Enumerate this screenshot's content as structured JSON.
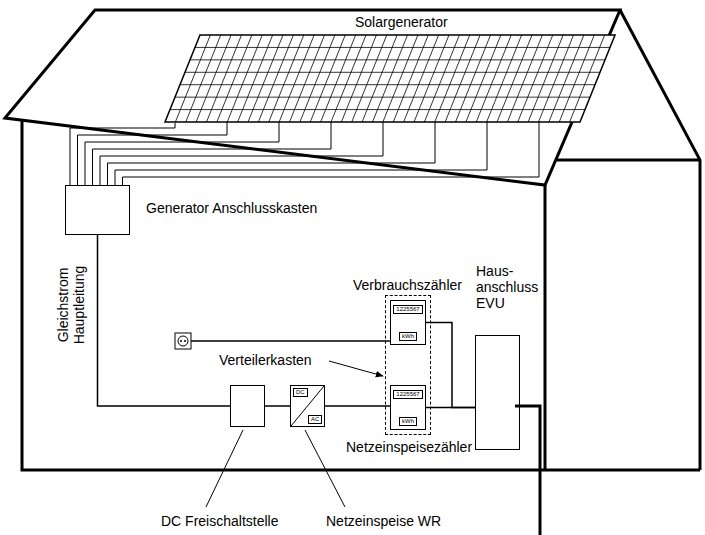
{
  "diagram": {
    "nodes": [
      {
        "text": [
          "Solargenerator"
        ]
      },
      {
        "text": [
          "Generator Anschlusskasten"
        ]
      },
      {
        "text": [
          "DC Freischaltstelle"
        ]
      },
      {
        "text": [
          "DC",
          "AC",
          "Netzeinspeise WR"
        ]
      },
      {
        "text": [
          "Verteilerkasten"
        ]
      },
      {
        "text": [
          "Verbrauchszähler",
          "1225567",
          "kWh"
        ],
        "in": 4
      },
      {
        "text": [
          "1225567",
          "kWh",
          "Netzeinspeisezähler"
        ],
        "in": 4
      },
      {
        "text": [
          "Haus- anschluss EVU"
        ]
      }
    ],
    "edges": [
      {
        "from": 0,
        "to": 1,
        "arrow": "none"
      },
      {
        "from": 1,
        "to": 2,
        "arrow": "none"
      },
      {
        "from": 2,
        "to": 3,
        "arrow": "none"
      },
      {
        "from": 3,
        "to": 6,
        "arrow": "none"
      },
      {
        "from": 6,
        "to": 7,
        "arrow": "none"
      },
      {
        "from": 5,
        "to": 7,
        "arrow": "none"
      }
    ],
    "labels": [
      "Gleichstrom Hauptleitung"
    ]
  }
}
